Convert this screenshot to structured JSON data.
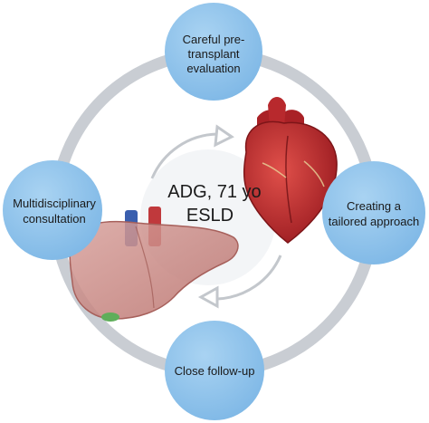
{
  "center": {
    "line1": "ADG, 71 yo",
    "line2": "ESLD"
  },
  "nodes": {
    "top": {
      "line1": "Careful pre-",
      "line2": "transplant",
      "line3": "evaluation"
    },
    "left": {
      "line1": "Multidisciplinary",
      "line2": "consultation"
    },
    "right": {
      "line1": "Creating a",
      "line2": "tailored approach"
    },
    "bottom": {
      "line1": "Close follow-up"
    }
  },
  "colors": {
    "node_fill": "#8ec2ea",
    "ring": "#c9cdd3",
    "heart": "#c4282b",
    "liver": "#c98a86",
    "vessel_blue": "#3a5fae",
    "vessel_red": "#c0393c"
  },
  "icons": [
    "liver-icon",
    "heart-icon",
    "cycle-arrows-icon"
  ]
}
